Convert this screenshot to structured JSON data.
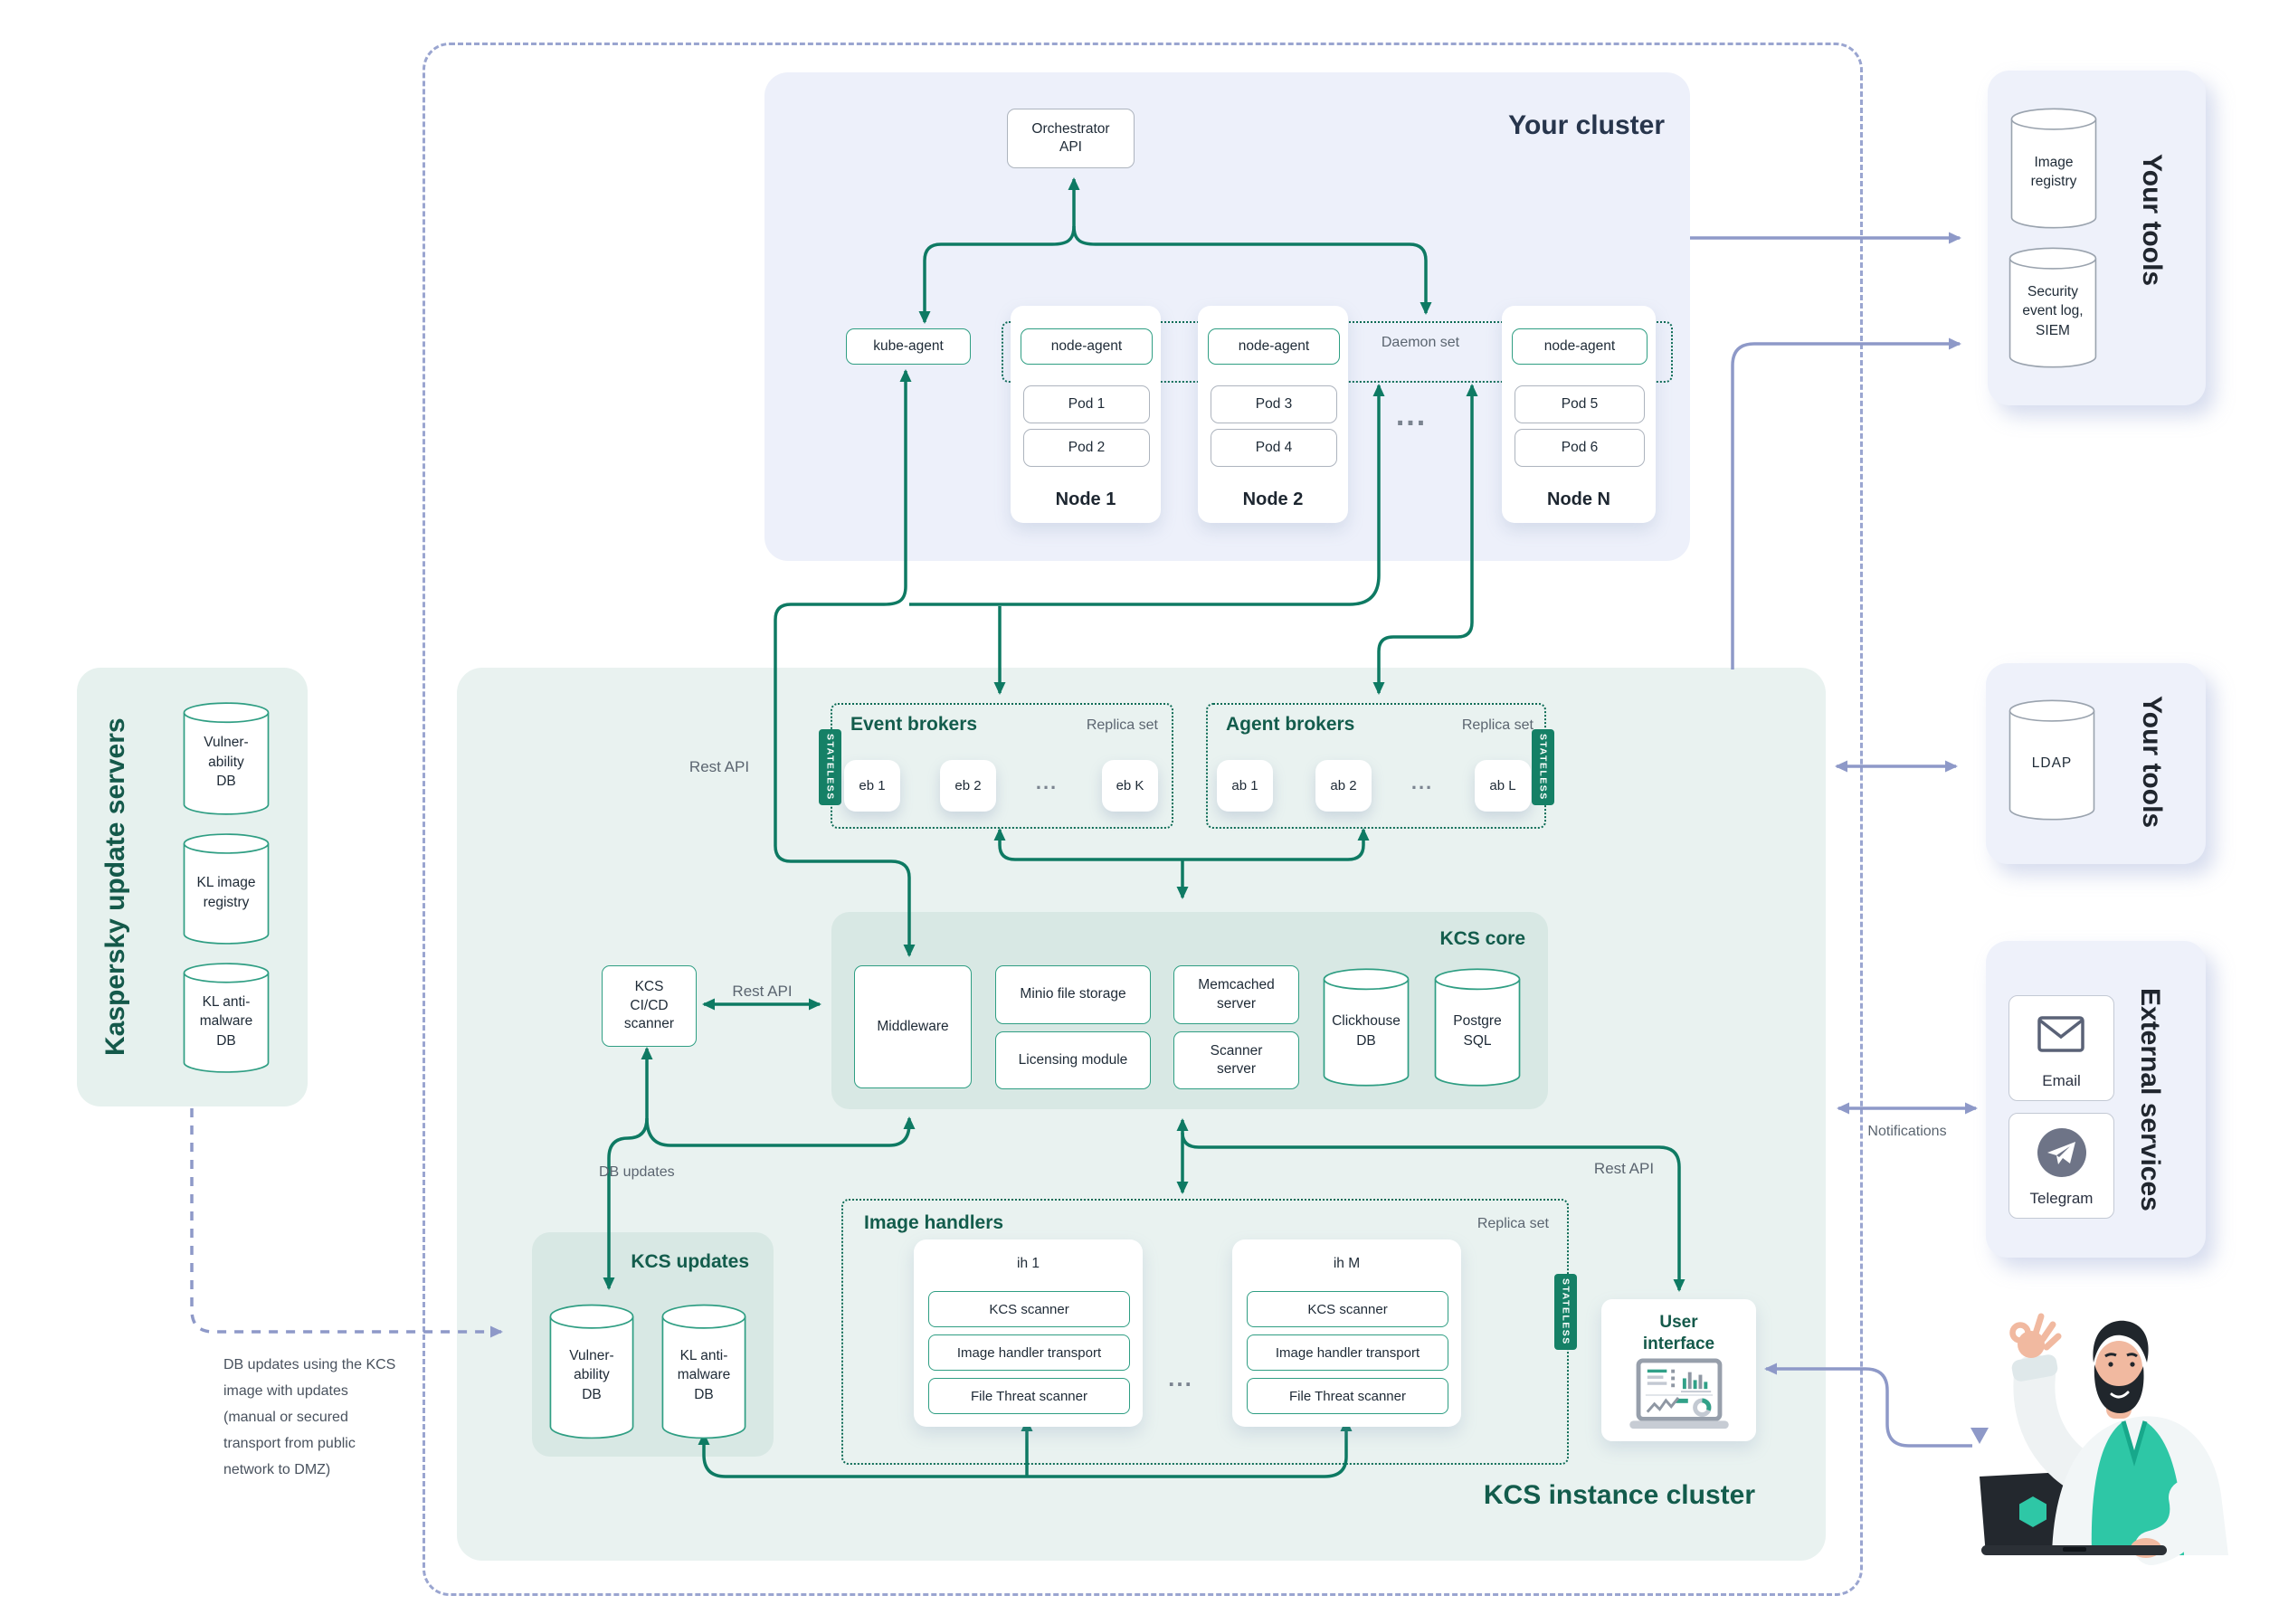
{
  "cluster": {
    "title": "Your cluster",
    "orchestrator": "Orchestrator\nAPI",
    "kube_agent": "kube-agent",
    "daemon_set": "Daemon set",
    "ellipsis": "...",
    "node1": {
      "label": "Node 1",
      "agent": "node-agent",
      "pod_a": "Pod 1",
      "pod_b": "Pod 2"
    },
    "node2": {
      "label": "Node 2",
      "agent": "node-agent",
      "pod_a": "Pod 3",
      "pod_b": "Pod 4"
    },
    "nodeN": {
      "label": "Node N",
      "agent": "node-agent",
      "pod_a": "Pod 5",
      "pod_b": "Pod 6"
    }
  },
  "kaspersky": {
    "title": "Kaspersky update servers",
    "db1": "Vulner-\nability\nDB",
    "db2": "KL image\nregistry",
    "db3": "KL anti-\nmalware\nDB"
  },
  "instance": {
    "title": "KCS instance cluster",
    "event_brokers": {
      "title": "Event brokers",
      "replica": "Replica set",
      "stateless": "STATELESS",
      "b1": "eb 1",
      "b2": "eb 2",
      "bk": "eb K",
      "ellipsis": "..."
    },
    "agent_brokers": {
      "title": "Agent brokers",
      "replica": "Replica set",
      "stateless": "STATELESS",
      "b1": "ab 1",
      "b2": "ab 2",
      "bk": "ab L",
      "ellipsis": "..."
    },
    "core": {
      "title": "KCS core",
      "middleware": "Middleware",
      "minio": "Minio file storage",
      "licensing": "Licensing module",
      "memcached": "Memcached\nserver",
      "scanner": "Scanner\nserver",
      "clickhouse": "Clickhouse\nDB",
      "postgres": "Postgre\nSQL"
    },
    "cicd": "KCS\nCI/CD\nscanner",
    "updates": {
      "title": "KCS updates",
      "db1": "Vulner-\nability\nDB",
      "db2": "KL anti-\nmalware\nDB"
    },
    "image_handlers": {
      "title": "Image handlers",
      "replica": "Replica set",
      "stateless": "STATELESS",
      "ellipsis": "...",
      "ih1": {
        "title": "ih 1",
        "c1": "KCS scanner",
        "c2": "Image handler transport",
        "c3": "File Threat scanner"
      },
      "ihM": {
        "title": "ih M",
        "c1": "KCS scanner",
        "c2": "Image handler transport",
        "c3": "File Threat scanner"
      }
    },
    "user_interface": "User\ninterface"
  },
  "tools_top": {
    "title": "Your tools",
    "db1": "Image\nregistry",
    "db2": "Security\nevent log,\nSIEM"
  },
  "tools_mid": {
    "title": "Your tools",
    "db1": "LDAP"
  },
  "external": {
    "title": "External services",
    "email": "Email",
    "telegram": "Telegram"
  },
  "labels": {
    "rest_api_cluster": "Rest API",
    "rest_api_core": "Rest API",
    "rest_api_ui": "Rest API",
    "db_updates": "DB updates",
    "notifications": "Notifications",
    "dmz_note": "DB updates using the KCS\nimage with updates\n(manual or secured\ntransport from public\nnetwork to DMZ)"
  },
  "colors": {
    "green_line": "#0e7a63",
    "blue_line": "#8e99c8",
    "heading_green": "#135c4c",
    "badge_green": "#158066",
    "brand_teal": "#2ec7a6"
  }
}
